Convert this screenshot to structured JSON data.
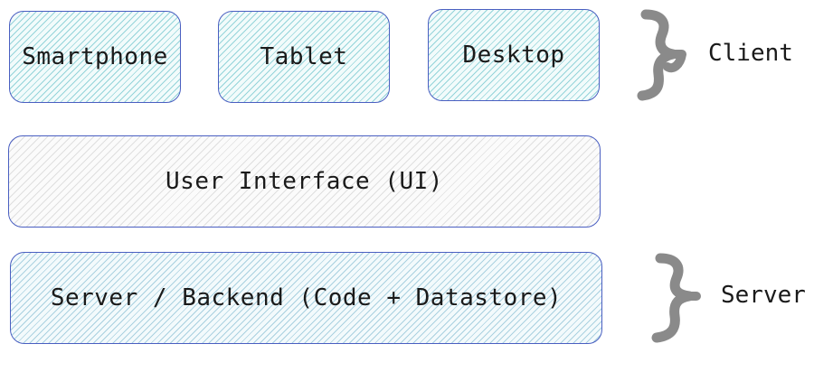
{
  "client_devices": [
    {
      "label": "Smartphone"
    },
    {
      "label": "Tablet"
    },
    {
      "label": "Desktop"
    }
  ],
  "layers": {
    "ui": "User Interface (UI)",
    "server": "Server / Backend (Code + Datastore)"
  },
  "side_labels": {
    "client": "Client",
    "server": "Server"
  },
  "colors": {
    "border": "#4a5fc1",
    "client_fill": "#48b4be",
    "ui_fill": "#c8c8c8",
    "server_fill": "#6eafc8",
    "brace": "#8a8a8a"
  }
}
